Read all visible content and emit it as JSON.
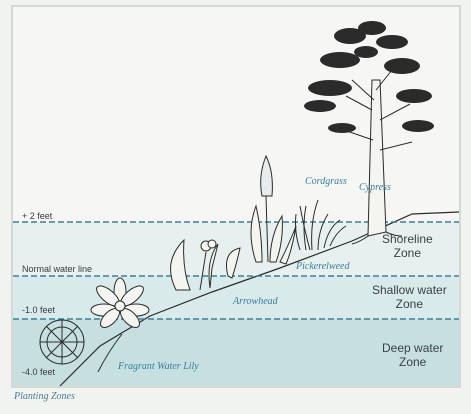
{
  "figure": {
    "caption": "Planting Zones",
    "depth_labels": {
      "plus_two": "+ 2 feet",
      "normal_water_line": "Normal water line",
      "minus_one": "-1.0 feet",
      "minus_four": "-4.0 feet"
    },
    "zones": {
      "shoreline": [
        "Shoreline",
        "Zone"
      ],
      "shallow": [
        "Shallow water",
        "Zone"
      ],
      "deep": [
        "Deep water",
        "Zone"
      ]
    },
    "plants": {
      "cordgrass": "Cordgrass",
      "cypress": "Cypress",
      "pickerelweed": "Pickerelweed",
      "arrowhead": "Arrowhead",
      "water_lily": "Fragrant Water Lily"
    },
    "colors": {
      "background": "#f1f3f0",
      "deep_water": "#c8e1e2",
      "shallow_water": "#d9ebea",
      "shoreline_band": "#e6f0ee",
      "dashed_line": "#3f7f99",
      "label_blue": "#3a7e9c",
      "ink": "#2b2b2b"
    }
  }
}
